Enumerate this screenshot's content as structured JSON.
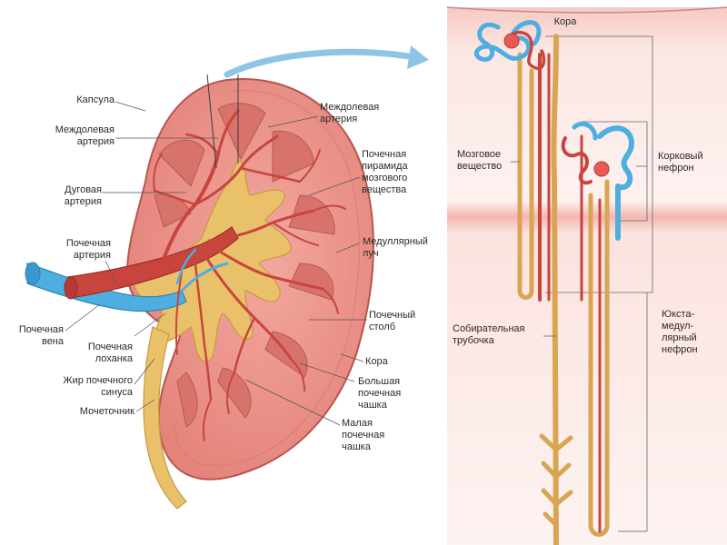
{
  "labels": {
    "capsule": "Капсула",
    "interlobar_artery_left": "Междолевая\nартерия",
    "arcuate_artery": "Дуговая\nартерия",
    "renal_artery": "Почечная\nартерия",
    "renal_vein": "Почечная\nвена",
    "renal_pelvis": "Почечная\nлоханка",
    "sinus_fat": "Жир почечного\nсинуса",
    "ureter": "Мочеточник",
    "interlobar_artery_right": "Междолевая\nартерия",
    "renal_pyramid": "Почечная\nпирамида\nмозгового\nвещества",
    "medullary_ray": "Медуллярный\nлуч",
    "renal_column": "Почечный\nстолб",
    "cortex": "Кора",
    "major_calyx": "Большая\nпочечная\nчашка",
    "minor_calyx": "Малая\nпочечная\nчашка",
    "inset_cortex": "Кора",
    "inset_medulla": "Мозговое\nвещество",
    "collecting_duct": "Собирательная\nтрубочка",
    "cortical_nephron": "Корковый\nнефрон",
    "juxtamedullary_nephron": "Юкста-\nмедул-\nлярный\nнефрон"
  },
  "colors": {
    "cortex": "#e88f86",
    "medulla_pyramid": "#d9726c",
    "artery": "#c8453d",
    "vein": "#4eaee0",
    "pelvis": "#e8c06a",
    "tubule": "#e3ad5b",
    "leader_line": "#555555"
  }
}
